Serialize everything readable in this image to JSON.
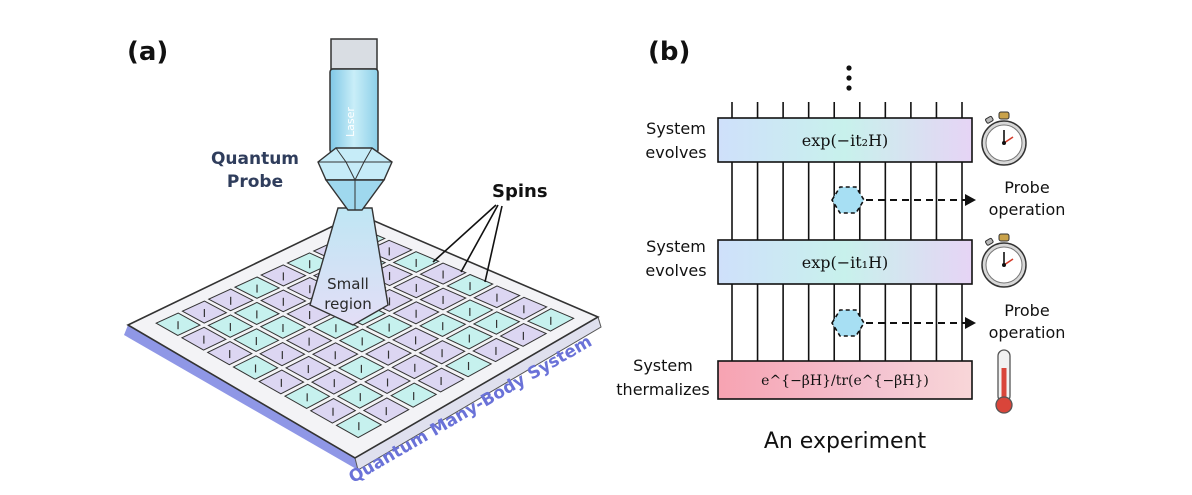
{
  "panel_a": {
    "label": "(a)",
    "laser_label": "Laser",
    "probe_label_line1": "Quantum",
    "probe_label_line2": "Probe",
    "spins_label": "Spins",
    "region_label_line1": "Small",
    "region_label_line2": "region",
    "system_label": "Quantum Many-Body System",
    "grid_rows": 8,
    "grid_cols": 8
  },
  "panel_b": {
    "label": "(b)",
    "ellipsis": "⋮",
    "wire_count": 10,
    "title": "An experiment",
    "evolve_top": {
      "label_line1": "System",
      "label_line2": "evolves",
      "formula": "exp(−it₂H)",
      "icon": "stopwatch-icon"
    },
    "probe_top": {
      "label_line1": "Probe",
      "label_line2": "operation"
    },
    "evolve_bottom": {
      "label_line1": "System",
      "label_line2": "evolves",
      "formula": "exp(−it₁H)",
      "icon": "stopwatch-icon"
    },
    "probe_bottom": {
      "label_line1": "Probe",
      "label_line2": "operation"
    },
    "thermal": {
      "label_line1": "System",
      "label_line2": "thermalizes",
      "formula": "e^{−βH}/tr(e^{−βH})",
      "icon": "thermometer-icon"
    }
  },
  "colors": {
    "text_dark": "#111111",
    "probe_text": "#2f3d5c",
    "system_text": "#6a72d8",
    "spin_cyan": "#c6f1ee",
    "spin_lavender": "#dcd6f2",
    "crystal": "#a9dff2",
    "gate_gradient": [
      "#cfe0fb",
      "#c8f1ec",
      "#e6d4f5"
    ],
    "thermal_gradient": [
      "#f7a3b2",
      "#f4c2d0",
      "#f8d6d8"
    ],
    "probe_hex": "#a7dff3"
  }
}
